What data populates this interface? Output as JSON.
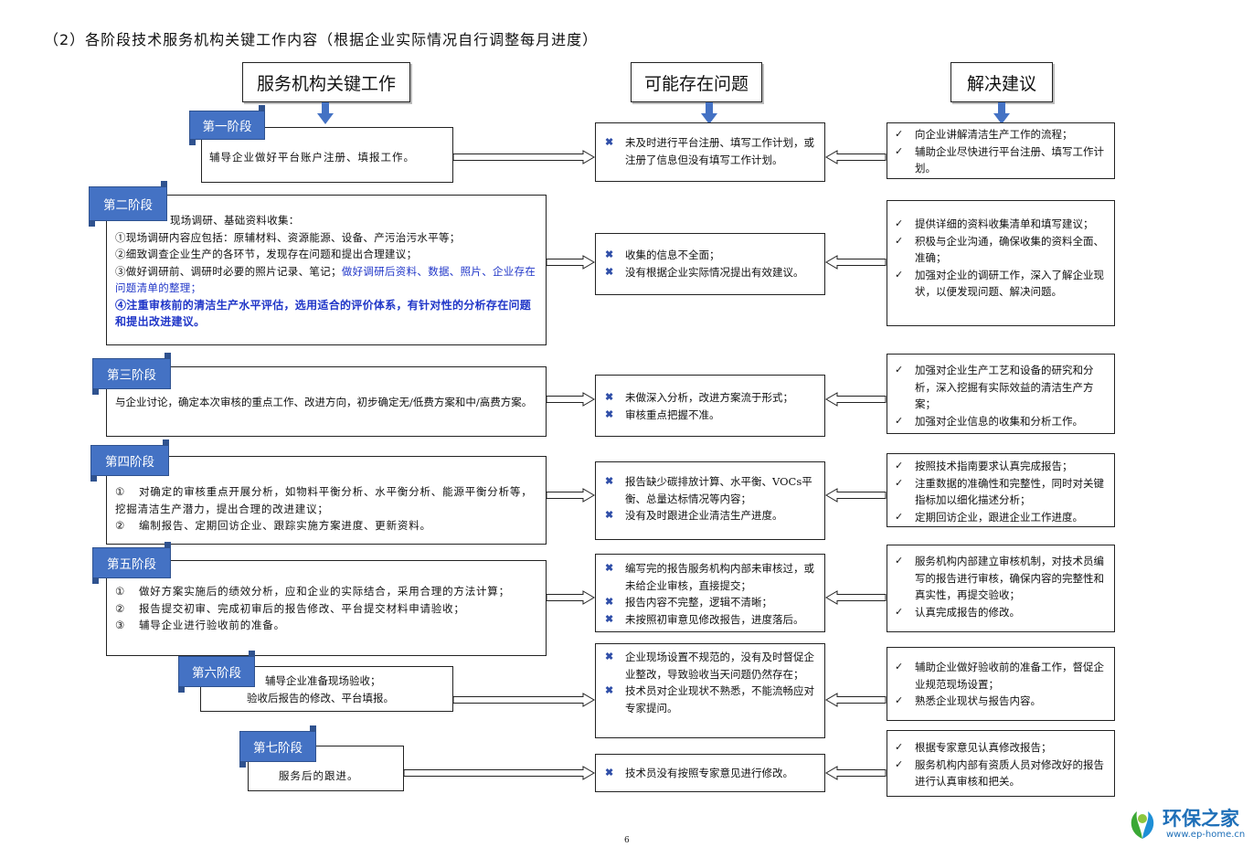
{
  "page_title": "（2）各阶段技术服务机构关键工作内容（根据企业实际情况自行调整每月进度）",
  "headers": {
    "work": "服务机构关键工作",
    "problems": "可能存在问题",
    "suggestions": "解决建议"
  },
  "stages": [
    {
      "label": "第一阶段",
      "work": [
        "辅导企业做好平台账户注册、填报工作。"
      ],
      "problems": [
        "未及时进行平台注册、填写工作计划，或注册了信息但没有填写工作计划。"
      ],
      "suggestions": [
        "向企业讲解清洁生产工作的流程；",
        "辅助企业尽快进行平台注册、填写工作计划。"
      ]
    },
    {
      "label": "第二阶段",
      "work_intro": "现场调研、基础资料收集：",
      "work": [
        "①现场调研内容应包括：原辅材料、资源能源、设备、产污治污水平等；",
        "②细致调查企业生产的各环节，发现存在问题和提出合理建议；"
      ],
      "work3_plain": "③做好调研前、调研时必要的照片记录、笔记；",
      "work3_blue": "做好调研后资料、数据、照片、企业存在问题清单的整理；",
      "work4_blue": "④注重审核前的清洁生产水平评估，选用适合的评价体系，有针对性的分析存在问题和提出改进建议。",
      "problems": [
        "收集的信息不全面；",
        "没有根据企业实际情况提出有效建议。"
      ],
      "suggestions": [
        "提供详细的资料收集清单和填写建议；",
        "积极与企业沟通，确保收集的资料全面、准确；",
        "加强对企业的调研工作，深入了解企业现状，以便发现问题、解决问题。"
      ]
    },
    {
      "label": "第三阶段",
      "work": [
        "与企业讨论，确定本次审核的重点工作、改进方向，初步确定无/低费方案和中/高费方案。"
      ],
      "problems": [
        "未做深入分析，改进方案流于形式；",
        "审核重点把握不准。"
      ],
      "suggestions": [
        "加强对企业生产工艺和设备的研究和分析，深入挖掘有实际效益的清洁生产方案；",
        "加强对企业信息的收集和分析工作。"
      ]
    },
    {
      "label": "第四阶段",
      "work_nums": [
        "①",
        "②"
      ],
      "work": [
        "对确定的审核重点开展分析，如物料平衡分析、水平衡分析、能源平衡分析等，挖掘清洁生产潜力，提出合理的改进建议；",
        "编制报告、定期回访企业、跟踪实施方案进度、更新资料。"
      ],
      "problems": [
        "报告缺少碳排放计算、水平衡、VOCs平衡、总量达标情况等内容；",
        "没有及时跟进企业清洁生产进度。"
      ],
      "suggestions": [
        "按照技术指南要求认真完成报告；",
        "注重数据的准确性和完整性，同时对关键指标加以细化描述分析；",
        "定期回访企业，跟进企业工作进度。"
      ]
    },
    {
      "label": "第五阶段",
      "work_nums": [
        "①",
        "②",
        "③"
      ],
      "work": [
        "做好方案实施后的绩效分析，应和企业的实际结合，采用合理的方法计算；",
        "报告提交初审、完成初审后的报告修改、平台提交材料申请验收；",
        "辅导企业进行验收前的准备。"
      ],
      "problems": [
        "编写完的报告服务机构内部未审核过，或未给企业审核，直接提交；",
        "报告内容不完整，逻辑不清晰；",
        "未按照初审意见修改报告，进度落后。"
      ],
      "suggestions": [
        "服务机构内部建立审核机制，对技术员编写的报告进行审核，确保内容的完整性和真实性，再提交验收；",
        "认真完成报告的修改。"
      ]
    },
    {
      "label": "第六阶段",
      "work": [
        "辅导企业准备现场验收；",
        "验收后报告的修改、平台填报。"
      ],
      "problems": [
        "企业现场设置不规范的，没有及时督促企业整改，导致验收当天问题仍然存在；",
        "技术员对企业现状不熟悉，不能流畅应对专家提问。"
      ],
      "suggestions": [
        "辅助企业做好验收前的准备工作，督促企业规范现场设置；",
        "熟悉企业现状与报告内容。"
      ]
    },
    {
      "label": "第七阶段",
      "work": [
        "服务后的跟进。"
      ],
      "problems": [
        "技术员没有按照专家意见进行修改。"
      ],
      "suggestions": [
        "根据专家意见认真修改报告；",
        "服务机构内部有资质人员对修改好的报告进行认真审核和把关。"
      ]
    }
  ],
  "marks": {
    "check": "✓",
    "cross": "✖"
  },
  "page_number": "6",
  "logo": {
    "name": "环保之家",
    "url": "www.ep-home.cn"
  },
  "colors": {
    "banner": "#4472c4",
    "highlight": "#2036c8",
    "cross": "#2f4ea8"
  }
}
